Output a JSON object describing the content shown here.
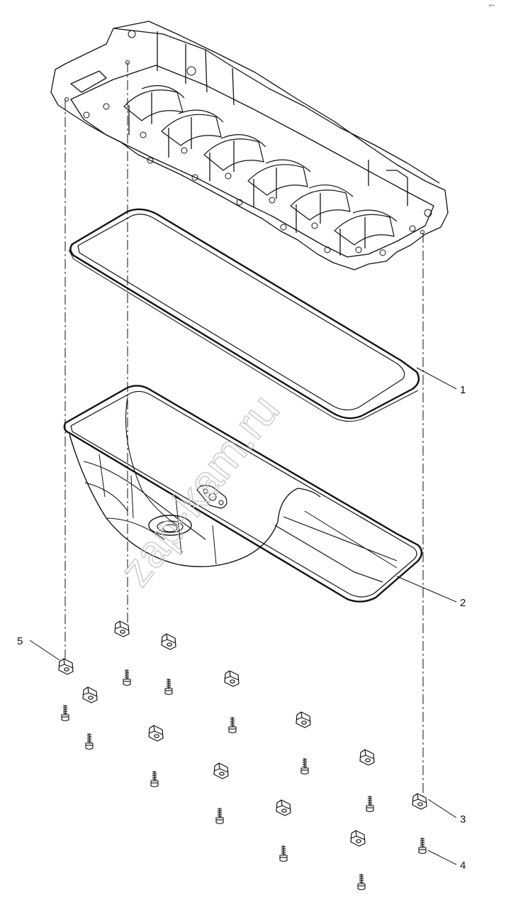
{
  "watermark": "zap-kam.ru",
  "corner_mark": "⌐-",
  "parts": [
    {
      "label": "1",
      "name": "oil pan gasket"
    },
    {
      "label": "2",
      "name": "oil pan"
    },
    {
      "label": "3",
      "name": "clamp bracket"
    },
    {
      "label": "4",
      "name": "bolt"
    },
    {
      "label": "5",
      "name": "clamp bracket"
    }
  ]
}
